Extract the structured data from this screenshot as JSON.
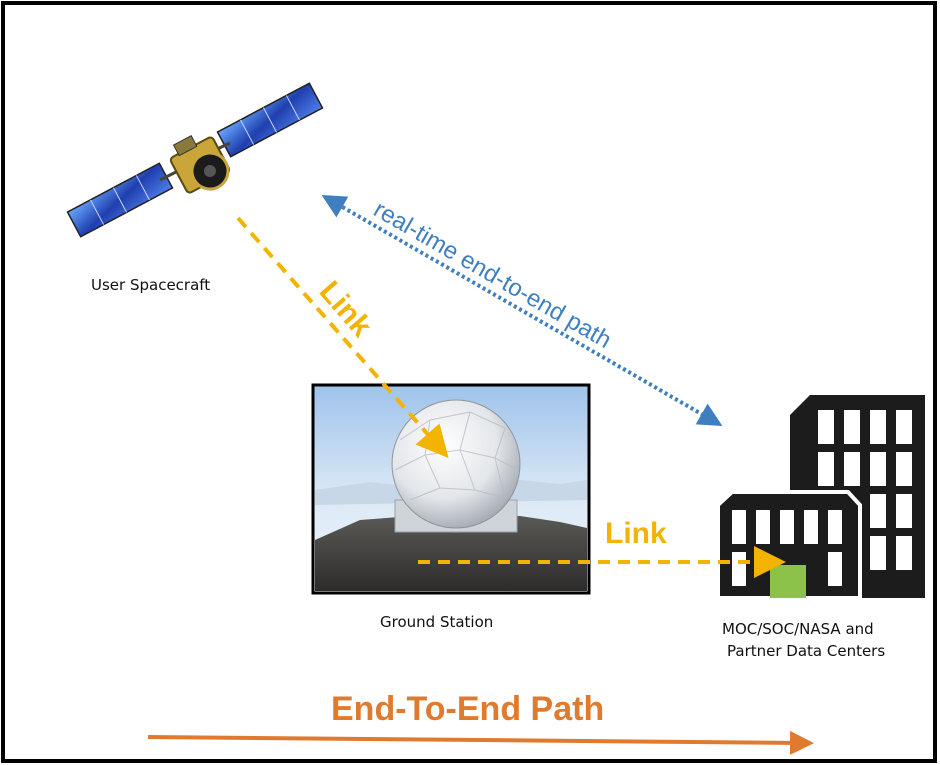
{
  "nodes": {
    "spacecraft": "User Spacecraft",
    "ground_station": "Ground Station",
    "data_center_line1": "MOC/SOC/NASA and",
    "data_center_line2": "Partner Data Centers"
  },
  "links": {
    "space_to_ground": "Link",
    "ground_to_center": "Link",
    "realtime": "real-time end-to-end path"
  },
  "footer": {
    "title": "End-To-End Path"
  },
  "colors": {
    "link": "#f2b400",
    "realtime": "#3f7fc0",
    "footer": "#e07a2f",
    "building": "#1c1c1c",
    "building_accent": "#8dc24a"
  },
  "icons": [
    "satellite-icon",
    "radome-photo",
    "building-icon"
  ]
}
